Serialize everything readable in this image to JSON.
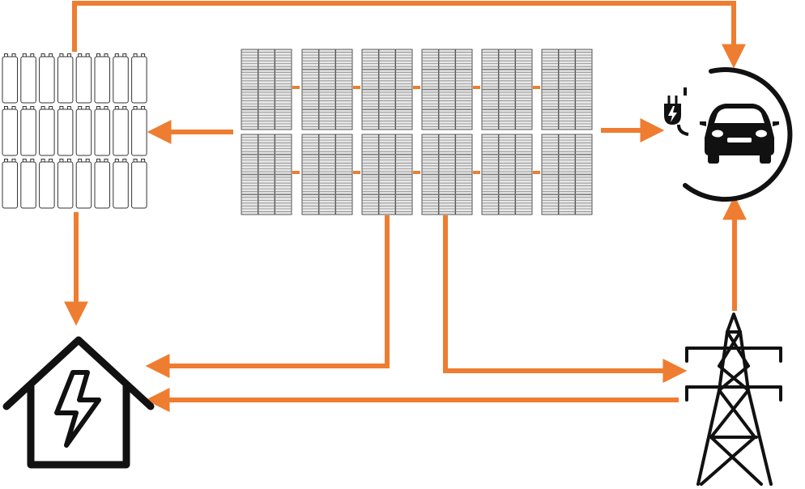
{
  "diagram": {
    "arrow_color": "#EE7D31",
    "stroke_color": "#111111",
    "nodes": [
      {
        "id": "battery-bank",
        "icon": "battery-bank-icon"
      },
      {
        "id": "solar-array",
        "icon": "solar-panel-array-icon"
      },
      {
        "id": "ev-charger",
        "icon": "ev-charging-car-icon"
      },
      {
        "id": "home",
        "icon": "house-with-lightning-icon"
      },
      {
        "id": "grid",
        "icon": "power-transmission-tower-icon"
      }
    ],
    "edges": [
      {
        "from": "battery-bank",
        "to": "ev-charger"
      },
      {
        "from": "solar-array",
        "to": "battery-bank"
      },
      {
        "from": "solar-array",
        "to": "ev-charger"
      },
      {
        "from": "battery-bank",
        "to": "home"
      },
      {
        "from": "solar-array",
        "to": "home"
      },
      {
        "from": "solar-array",
        "to": "grid"
      },
      {
        "from": "grid",
        "to": "home"
      },
      {
        "from": "grid",
        "to": "ev-charger"
      }
    ]
  }
}
